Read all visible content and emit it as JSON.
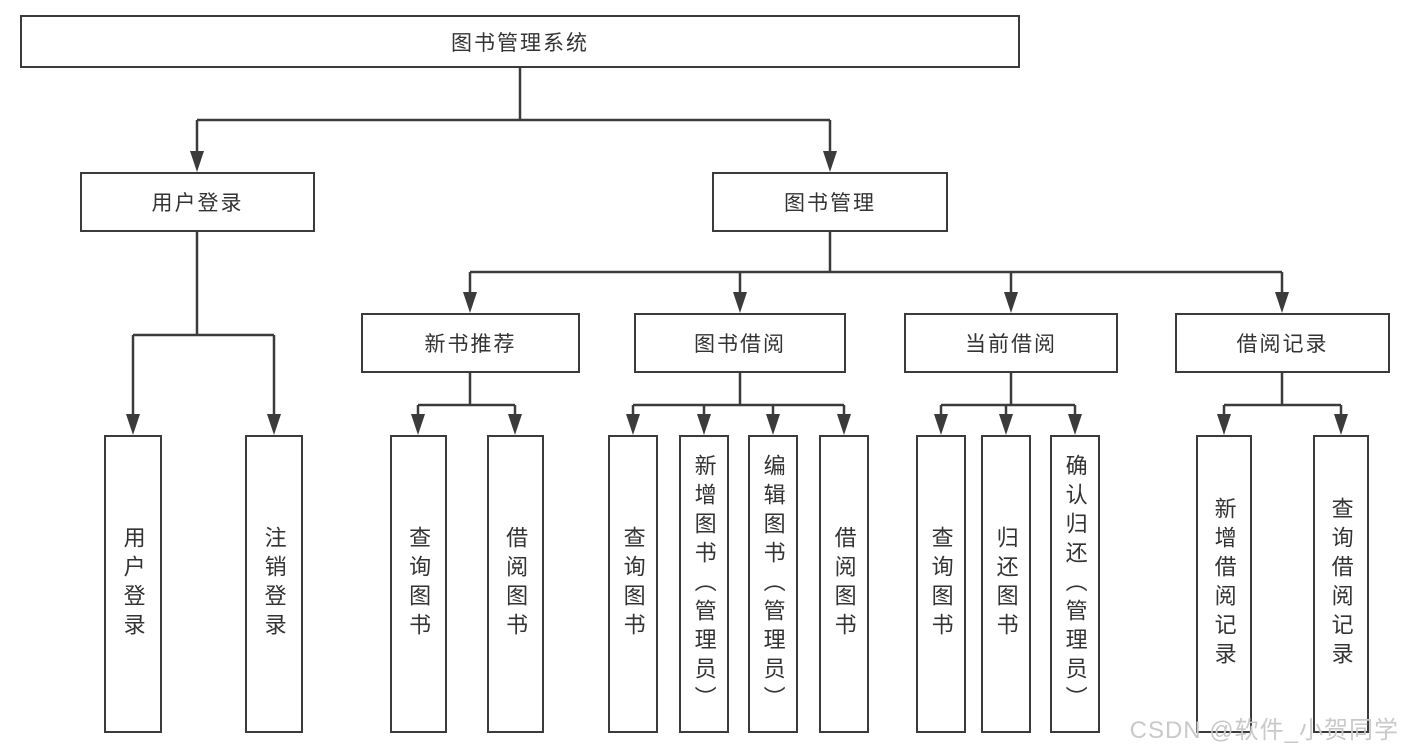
{
  "tree": {
    "label": "图书管理系统",
    "children": [
      {
        "label": "用户登录",
        "children": [
          {
            "label": "用户登录"
          },
          {
            "label": "注销登录"
          }
        ]
      },
      {
        "label": "图书管理",
        "children": [
          {
            "label": "新书推荐",
            "children": [
              {
                "label": "查询图书"
              },
              {
                "label": "借阅图书"
              }
            ]
          },
          {
            "label": "图书借阅",
            "children": [
              {
                "label": "查询图书"
              },
              {
                "label": "新增图书（管理员）"
              },
              {
                "label": "编辑图书（管理员）"
              },
              {
                "label": "借阅图书"
              }
            ]
          },
          {
            "label": "当前借阅",
            "children": [
              {
                "label": "查询图书"
              },
              {
                "label": "归还图书"
              },
              {
                "label": "确认归还（管理员）"
              }
            ]
          },
          {
            "label": "借阅记录",
            "children": [
              {
                "label": "新增借阅记录"
              },
              {
                "label": "查询借阅记录"
              }
            ]
          }
        ]
      }
    ]
  },
  "watermark": {
    "text": "CSDN @软件_小贺同学"
  },
  "colors": {
    "line": "#3b3b3b",
    "border": "#3b3b3b",
    "text": "#333333",
    "watermark": "#c9c9c9",
    "background": "#ffffff"
  }
}
